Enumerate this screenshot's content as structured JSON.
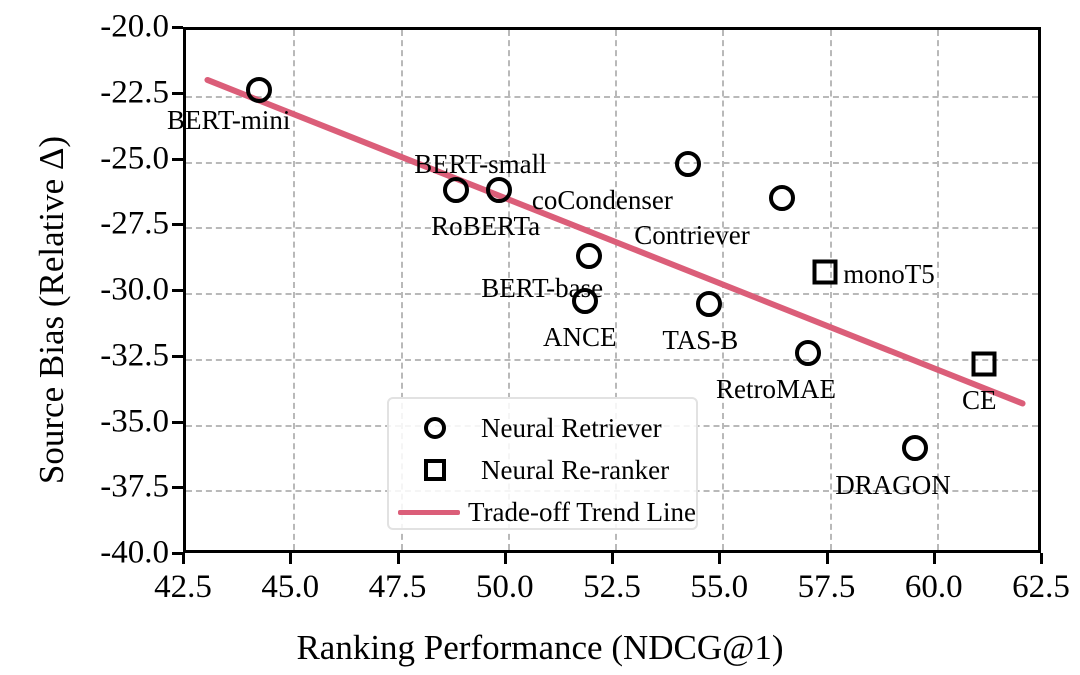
{
  "chart_data": {
    "type": "scatter",
    "title": "",
    "xlabel": "Ranking Performance (NDCG@1)",
    "ylabel": "Source Bias (Relative Δ)",
    "xlim": [
      42.5,
      62.5
    ],
    "ylim": [
      -40.0,
      -20.0
    ],
    "xticks": [
      "42.5",
      "45.0",
      "47.5",
      "50.0",
      "52.5",
      "55.0",
      "57.5",
      "60.0",
      "62.5"
    ],
    "xtick_values": [
      42.5,
      45.0,
      47.5,
      50.0,
      52.5,
      55.0,
      57.5,
      60.0,
      62.5
    ],
    "yticks": [
      "-20.0",
      "-22.5",
      "-25.0",
      "-27.5",
      "-30.0",
      "-32.5",
      "-35.0",
      "-37.5",
      "-40.0"
    ],
    "ytick_values": [
      -20.0,
      -22.5,
      -25.0,
      -27.5,
      -30.0,
      -32.5,
      -35.0,
      -37.5,
      -40.0
    ],
    "grid": true,
    "grid_style": "dashed",
    "legend_position": "lower-left",
    "series": [
      {
        "name": "Neural Retriever",
        "marker": "circle",
        "color": "#000000",
        "points": [
          {
            "label": "BERT-mini",
            "x": 44.2,
            "y": -22.3,
            "label_dx": -92,
            "label_dy": 30
          },
          {
            "label": "BERT-small",
            "x": 48.8,
            "y": -26.1,
            "label_dx": -42,
            "label_dy": -26
          },
          {
            "label": "RoBERTa",
            "x": 49.8,
            "y": -26.1,
            "label_dx": -68,
            "label_dy": 36
          },
          {
            "label": "BERT-base",
            "x": 51.9,
            "y": -28.6,
            "label_dx": -108,
            "label_dy": 32
          },
          {
            "label": "ANCE",
            "x": 51.8,
            "y": -30.3,
            "label_dx": -42,
            "label_dy": 36
          },
          {
            "label": "coCondenser",
            "x": 54.2,
            "y": -25.1,
            "label_dx": -156,
            "label_dy": 36
          },
          {
            "label": "TAS-B",
            "x": 54.7,
            "y": -30.4,
            "label_dx": -47,
            "label_dy": 36
          },
          {
            "label": "Contriever",
            "x": 56.4,
            "y": -26.4,
            "label_dx": -148,
            "label_dy": 37
          },
          {
            "label": "RetroMAE",
            "x": 57.0,
            "y": -32.3,
            "label_dx": -92,
            "label_dy": 36
          },
          {
            "label": "DRAGON",
            "x": 59.5,
            "y": -35.9,
            "label_dx": -80,
            "label_dy": 37
          }
        ]
      },
      {
        "name": "Neural Re-ranker",
        "marker": "square",
        "color": "#000000",
        "points": [
          {
            "label": "monoT5",
            "x": 57.4,
            "y": -29.2,
            "label_dx": 18,
            "label_dy": 2
          },
          {
            "label": "CE",
            "x": 61.1,
            "y": -32.7,
            "label_dx": -22,
            "label_dy": 36
          }
        ]
      },
      {
        "name": "Trade-off Trend Line",
        "type": "line",
        "color": "#DB5E79",
        "x": [
          43.0,
          62.0
        ],
        "y": [
          -21.9,
          -34.2
        ]
      }
    ],
    "legend": [
      {
        "label": "Neural Retriever",
        "symbol": "circle"
      },
      {
        "label": "Neural Re-ranker",
        "symbol": "square"
      },
      {
        "label": "Trade-off Trend Line",
        "symbol": "line",
        "color": "#DB5E79"
      }
    ]
  },
  "colors": {
    "trend_line": "#DB5E79",
    "axis": "#000000",
    "grid": "#b9b9b9",
    "background": "#ffffff"
  }
}
